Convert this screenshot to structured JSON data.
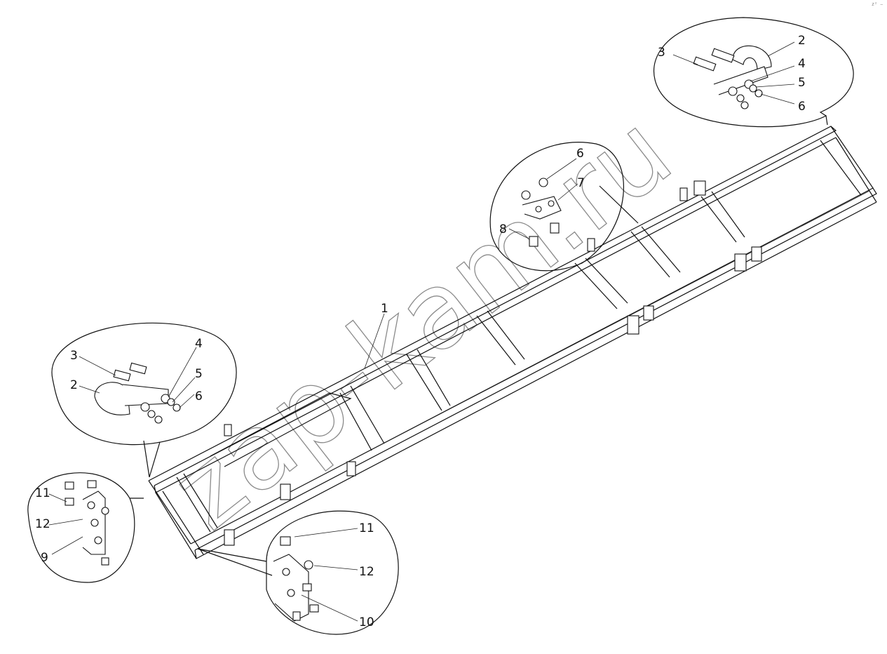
{
  "watermark": "zap-kam.ru",
  "corner_mark": "z² ⎯",
  "callouts": {
    "main_frame": "1",
    "top_right": {
      "hook": "2",
      "bolt": "3",
      "washer": "4",
      "lock_washer": "5",
      "nut": "6"
    },
    "middle": {
      "nut": "6",
      "plate": "7",
      "bolt": "8"
    },
    "left": {
      "hook": "2",
      "bolt": "3",
      "washer": "4",
      "lock_washer": "5",
      "nut": "6"
    },
    "bottom_left": {
      "bolt": "11",
      "washer": "12",
      "bracket": "9"
    },
    "bottom_center": {
      "bolt": "11",
      "washer": "12",
      "bracket": "10"
    }
  }
}
